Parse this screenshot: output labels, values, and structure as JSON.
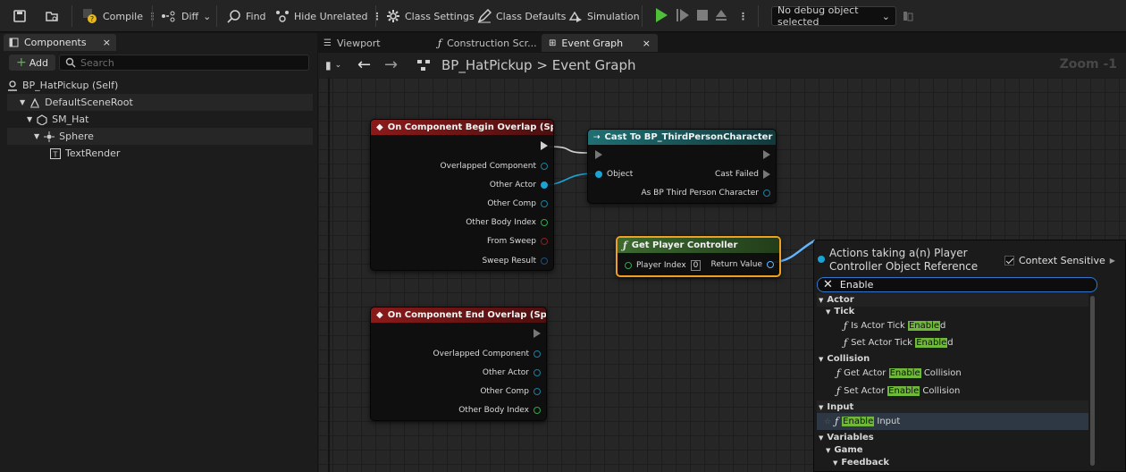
{
  "toolbar": {
    "compile": "Compile",
    "diff": "Diff",
    "find": "Find",
    "hide_unrelated": "Hide Unrelated",
    "class_settings": "Class Settings",
    "class_defaults": "Class Defaults",
    "simulation": "Simulation",
    "debug_object": "No debug object selected"
  },
  "components": {
    "tab_label": "Components",
    "tab_close": "×",
    "add_label": "Add",
    "search_placeholder": "Search",
    "tree": [
      {
        "label": "BP_HatPickup (Self)"
      },
      {
        "label": "DefaultSceneRoot"
      },
      {
        "label": "SM_Hat"
      },
      {
        "label": "Sphere"
      },
      {
        "label": "TextRender"
      }
    ]
  },
  "graph_tabs": [
    {
      "label": "Viewport"
    },
    {
      "label": "Construction Scr..."
    },
    {
      "label": "Event Graph",
      "close": "×"
    }
  ],
  "breadcrumb": {
    "blueprint": "BP_HatPickup",
    "separator": ">",
    "graph": "Event Graph",
    "zoom": "Zoom -1"
  },
  "nodes": {
    "begin_overlap": {
      "title": "On Component Begin Overlap (Sphere)",
      "pins": [
        "Overlapped Component",
        "Other Actor",
        "Other Comp",
        "Other Body Index",
        "From Sweep",
        "Sweep Result"
      ]
    },
    "cast": {
      "title": "Cast To BP_ThirdPersonCharacter",
      "object": "Object",
      "cast_failed": "Cast Failed",
      "as_output": "As BP Third Person Character"
    },
    "get_pc": {
      "title": "Get Player Controller",
      "player_index": "Player Index",
      "player_index_value": "0",
      "return_value": "Return Value"
    },
    "end_overlap": {
      "title": "On Component End Overlap (Sphere)",
      "pins": [
        "Overlapped Component",
        "Other Actor",
        "Other Comp",
        "Other Body Index"
      ]
    }
  },
  "menu": {
    "title": "Actions taking a(n) Player Controller Object Reference",
    "context_sensitive": "Context Sensitive",
    "search_value": "Enable",
    "cat_actor": "Actor",
    "cat_tick": "Tick",
    "is_tick_a": "Is Actor Tick ",
    "is_tick_hl": "Enable",
    "is_tick_b": "d",
    "set_tick_a": "Set Actor Tick ",
    "set_tick_hl": "Enable",
    "set_tick_b": "d",
    "cat_collision": "Collision",
    "get_col_a": "Get Actor ",
    "get_col_hl": "Enable",
    "get_col_b": " Collision",
    "set_col_a": "Set Actor ",
    "set_col_hl": "Enable",
    "set_col_b": " Collision",
    "cat_input": "Input",
    "enable_input_hl": "Enable",
    "enable_input_b": " Input",
    "cat_variables": "Variables",
    "cat_game": "Game",
    "cat_feedback": "Feedback"
  },
  "colors": {
    "exec": "#cfcfcf",
    "object_pin": "#1aa3d6",
    "event_header": "#8a1a1a",
    "highlight": "#6fb83a",
    "selection": "#f0a020"
  }
}
